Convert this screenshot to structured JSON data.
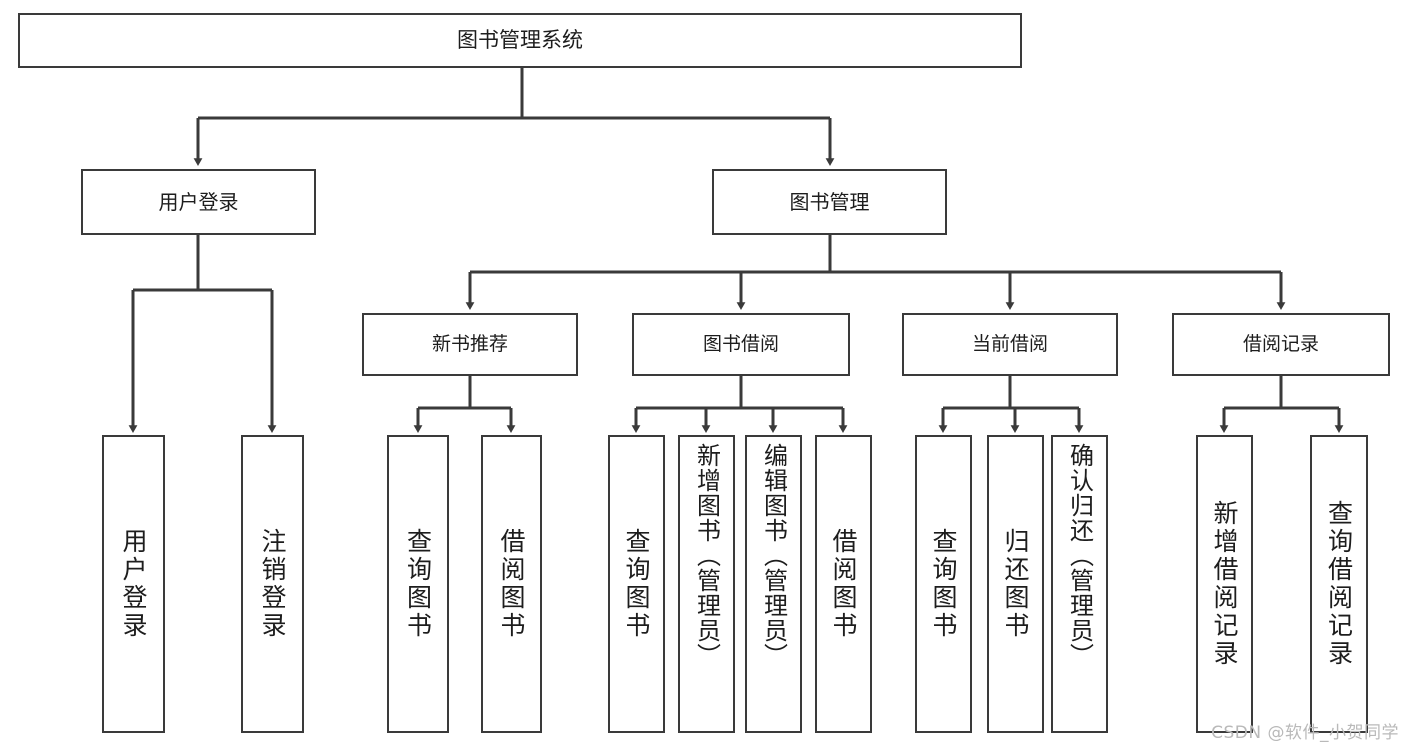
{
  "diagram": {
    "type": "tree",
    "title": "图书管理系统",
    "root": {
      "label": "图书管理系统"
    },
    "level2": [
      {
        "label": "用户登录"
      },
      {
        "label": "图书管理"
      }
    ],
    "level3": [
      {
        "label": "新书推荐"
      },
      {
        "label": "图书借阅"
      },
      {
        "label": "当前借阅"
      },
      {
        "label": "借阅记录"
      }
    ],
    "leaves": {
      "user_login": [
        {
          "label": "用户登录"
        },
        {
          "label": "注销登录"
        }
      ],
      "new_book_recommend": [
        {
          "label": "查询图书"
        },
        {
          "label": "借阅图书"
        }
      ],
      "book_borrow": [
        {
          "label": "查询图书"
        },
        {
          "label": "新增图书（管理员）"
        },
        {
          "label": "编辑图书（管理员）"
        },
        {
          "label": "借阅图书"
        }
      ],
      "current_borrow": [
        {
          "label": "查询图书"
        },
        {
          "label": "归还图书"
        },
        {
          "label": "确认归还（管理员）"
        }
      ],
      "borrow_record": [
        {
          "label": "新增借阅记录"
        },
        {
          "label": "查询借阅记录"
        }
      ]
    }
  },
  "watermark": {
    "text": "CSDN @软件_小贺同学"
  },
  "colors": {
    "stroke": "#3a3a3a",
    "text": "#1d1d1d",
    "background": "#ffffff",
    "watermark": "#b9b9b9"
  }
}
